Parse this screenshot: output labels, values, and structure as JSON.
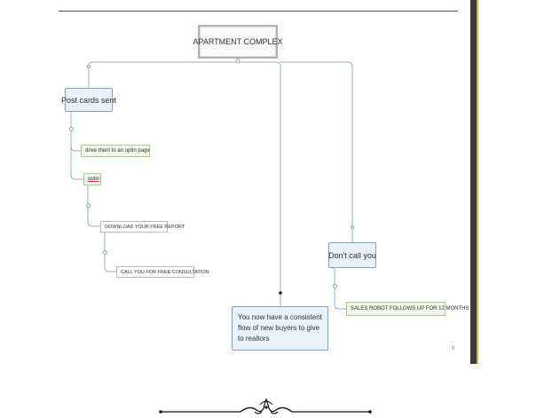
{
  "diagram": {
    "root": "APARTMENT COMPLEX",
    "post_cards": "Post cards sent",
    "drive": "drive them to an optin page",
    "optin": "optin",
    "download": "DOWNLOAD YOUR FREE REPORT",
    "call": "CALL YOU FOR FREE CONSULTATION",
    "dont_call": "Don't call you",
    "sales_robot": "SALES ROBOT FOLLOWS UP FOR 12 MONTHS",
    "flow": "You now have a consistent flow of new buyers to give to realtors",
    "corner_mark": "II"
  },
  "colors": {
    "topic_fill": "#eaf1fb",
    "topic_border": "#7fa3cf",
    "subtopic_fill": "#f0f8ea",
    "subtopic_border": "#a9cc8e",
    "connector": "#8fb0cf"
  }
}
